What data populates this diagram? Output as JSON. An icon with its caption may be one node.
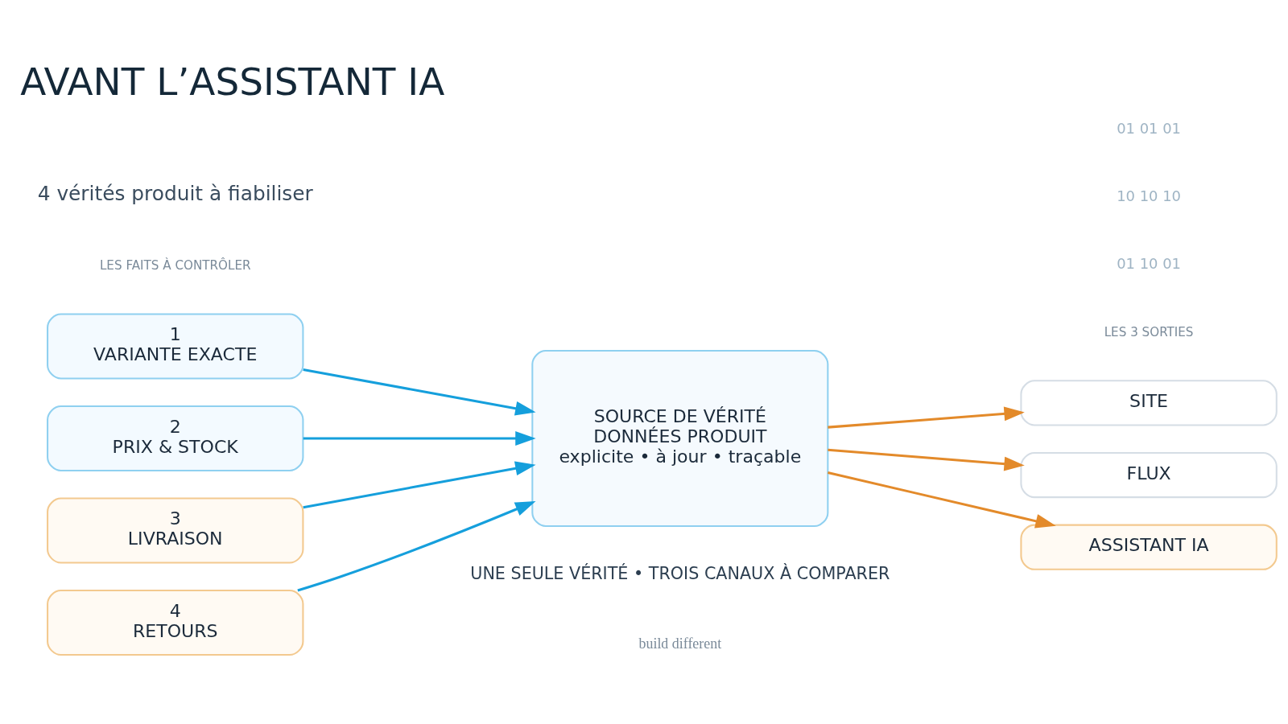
{
  "diagram": {
    "title": "AVANT L’ASSISTANT IA",
    "caption": "UNE SEULE VÉRITÉ • TROIS CANAUX À COMPARER",
    "nodes": [
      {
        "text": [
          "1",
          "VARIANTE EXACTE"
        ]
      },
      {
        "text": [
          "2",
          "PRIX & STOCK"
        ]
      },
      {
        "text": [
          "3",
          "LIVRAISON"
        ]
      },
      {
        "text": [
          "4",
          "RETOURS"
        ]
      },
      {
        "text": [
          "SOURCE DE VÉRITÉ",
          "DONNÉES PRODUIT",
          "explicite • à jour • traçable"
        ]
      },
      {
        "text": [
          "SITE"
        ]
      },
      {
        "text": [
          "FLUX"
        ]
      },
      {
        "text": [
          "ASSISTANT IA"
        ]
      }
    ],
    "edges": [
      {
        "from": 0,
        "to": 4,
        "arrow": "to",
        "color": "#159fdc"
      },
      {
        "from": 1,
        "to": 4,
        "arrow": "to",
        "color": "#159fdc"
      },
      {
        "from": 2,
        "to": 4,
        "arrow": "to",
        "color": "#159fdc"
      },
      {
        "from": 3,
        "to": 4,
        "arrow": "to",
        "color": "#159fdc"
      },
      {
        "from": 4,
        "to": 5,
        "arrow": "to",
        "color": "#e38a2a"
      },
      {
        "from": 4,
        "to": 6,
        "arrow": "to",
        "color": "#e38a2a"
      },
      {
        "from": 4,
        "to": 7,
        "arrow": "to",
        "color": "#e38a2a"
      }
    ],
    "labels": [
      "4 vérités produit à fiabiliser",
      "01 01 01",
      "10 10 10",
      "01 10 01",
      "LES FAITS À CONTRÔLER",
      "LES 3 SORTIES",
      "build different"
    ]
  }
}
